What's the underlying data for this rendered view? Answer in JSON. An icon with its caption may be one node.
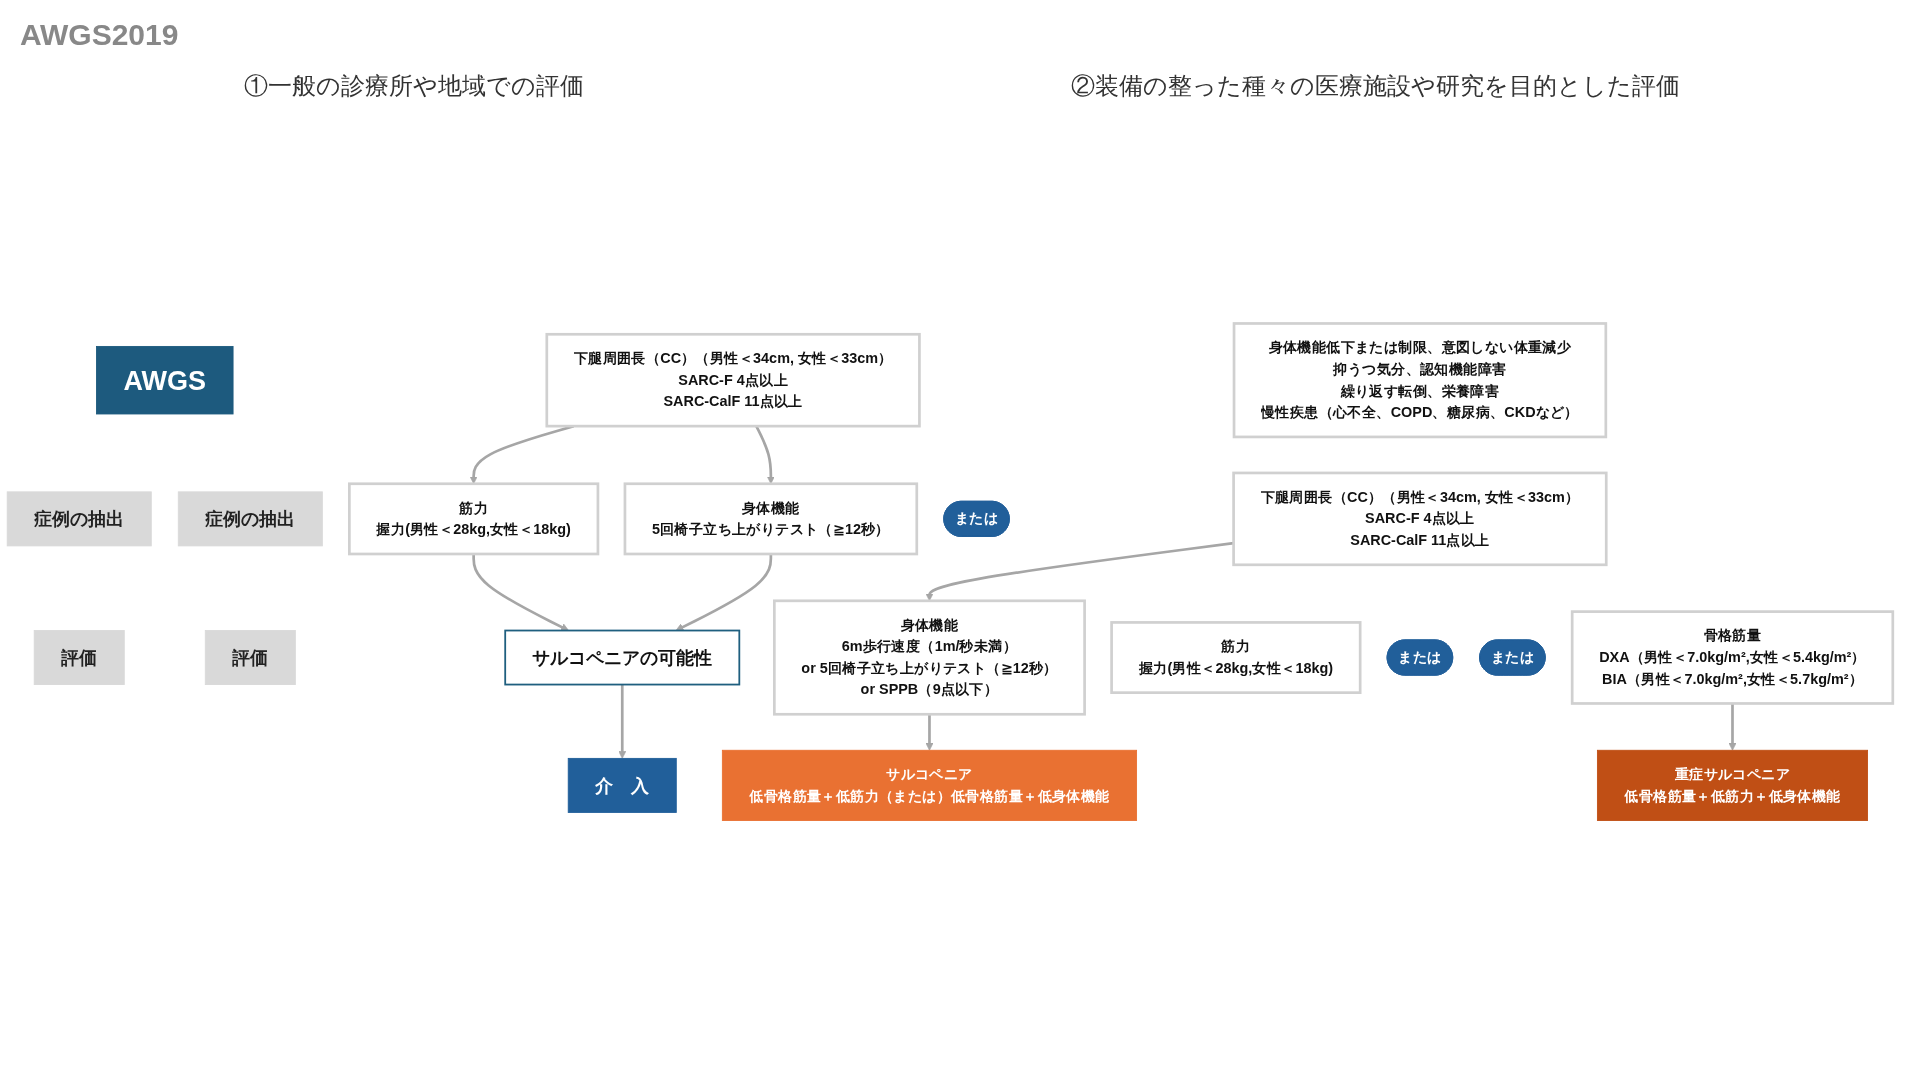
{
  "diagram": {
    "nodes": [
      {
        "text": [
          "AWGS"
        ]
      },
      {
        "text": [
          "症例の抽出"
        ]
      },
      {
        "text": [
          "下腿周囲長（CC）（男性＜34cm, 女性＜33cm）",
          "SARC-F 4点以上",
          "SARC-CalF 11点以上"
        ]
      },
      {
        "text": [
          "評価"
        ]
      },
      {
        "text": [
          "筋力",
          "握力(男性＜28kg,女性＜18kg)"
        ]
      },
      {
        "text": [
          "または"
        ]
      },
      {
        "text": [
          "身体機能",
          "5回椅子立ち上がりテスト（≧12秒）"
        ]
      },
      {
        "text": [
          "サルコペニアの可能性"
        ]
      },
      {
        "text": [
          "介　入"
        ]
      },
      {
        "text": [
          "症例の抽出"
        ]
      },
      {
        "text": [
          "身体機能低下または制限、意図しない体重減少",
          "抑うつ気分、認知機能障害",
          "繰り返す転倒、栄養障害",
          "慢性疾患（心不全、COPD、糖尿病、CKDなど）"
        ]
      },
      {
        "text": [
          "下腿周囲長（CC）（男性＜34cm, 女性＜33cm）",
          "SARC-F 4点以上",
          "SARC-CalF 11点以上"
        ]
      },
      {
        "text": [
          "評価"
        ]
      },
      {
        "text": [
          "筋力",
          "握力(男性＜28kg,女性＜18kg)"
        ]
      },
      {
        "text": [
          "または"
        ]
      },
      {
        "text": [
          "身体機能",
          "6m歩行速度（1m/秒未満）",
          "or 5回椅子立ち上がりテスト（≧12秒）",
          "or SPPB（9点以下）"
        ]
      },
      {
        "text": [
          "または"
        ]
      },
      {
        "text": [
          "骨格筋量",
          "DXA（男性＜7.0kg/m²,女性＜5.4kg/m²）",
          "BIA（男性＜7.0kg/m²,女性＜5.7kg/m²）"
        ]
      },
      {
        "text": [
          "サルコペニア",
          "低骨格筋量＋低筋力（または）低骨格筋量＋低身体機能"
        ]
      },
      {
        "text": [
          "重症サルコペニア",
          "低骨格筋量＋低筋力＋低身体機能"
        ]
      }
    ],
    "edges": [
      {
        "from": 2,
        "to": 4,
        "arrow": "to"
      },
      {
        "from": 2,
        "to": 6,
        "arrow": "to"
      },
      {
        "from": 4,
        "to": 7,
        "arrow": "to"
      },
      {
        "from": 6,
        "to": 7,
        "arrow": "to"
      },
      {
        "from": 7,
        "to": 8,
        "arrow": "to"
      },
      {
        "from": 11,
        "to": 15,
        "arrow": "to"
      },
      {
        "from": 15,
        "to": 18,
        "arrow": "to"
      },
      {
        "from": 17,
        "to": 19,
        "arrow": "to"
      }
    ],
    "labels": [
      "AWGS2019",
      "①一般の診療所や地域での評価",
      "②装備の整った種々の医療施設や研究を目的とした評価"
    ]
  }
}
